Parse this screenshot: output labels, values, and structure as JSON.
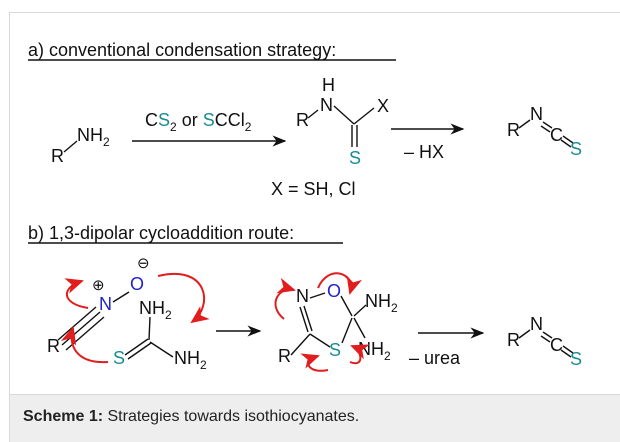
{
  "section_a": {
    "heading": "a) conventional condensation strategy:",
    "amine_R": "R",
    "amine_NH": "NH",
    "amine_sub": "2",
    "reagent": {
      "p1": "C",
      "p2": "S",
      "p3": "2",
      "p4": " or ",
      "p5": "S",
      "p6": "CCl",
      "p7": "2"
    },
    "intermediate": {
      "R": "R",
      "N": "N",
      "H": "H",
      "X": "X",
      "S": "S"
    },
    "x_definition": "X = SH, Cl",
    "elimination": "– HX",
    "product": {
      "R": "R",
      "N": "N",
      "C": "C",
      "S": "S"
    }
  },
  "section_b": {
    "heading": "b) 1,3-dipolar cycloaddition route:",
    "nitrile_oxide": {
      "R": "R",
      "N": "N",
      "O": "O",
      "plus": "⊕",
      "minus": "⊖"
    },
    "thiourea": {
      "S": "S",
      "NH": "NH",
      "sub": "2",
      "NH_b": "NH",
      "sub_b": "2"
    },
    "cycloadduct": {
      "N": "N",
      "O": "O",
      "S": "S",
      "R": "R",
      "NH": "NH",
      "sub": "2",
      "NH_b": "NH",
      "sub_b": "2"
    },
    "elimination": "– urea",
    "product": {
      "R": "R",
      "N": "N",
      "C": "C",
      "S": "S"
    }
  },
  "caption": {
    "label": "Scheme 1:",
    "text": " Strategies towards isothiocyanates."
  },
  "colors": {
    "sulfur": "#1a8c91",
    "oxygen_nitrogen_dipole": "#2222cc",
    "electron_arrows": "#e11d1d",
    "caption_bg": "#eeeeee"
  }
}
